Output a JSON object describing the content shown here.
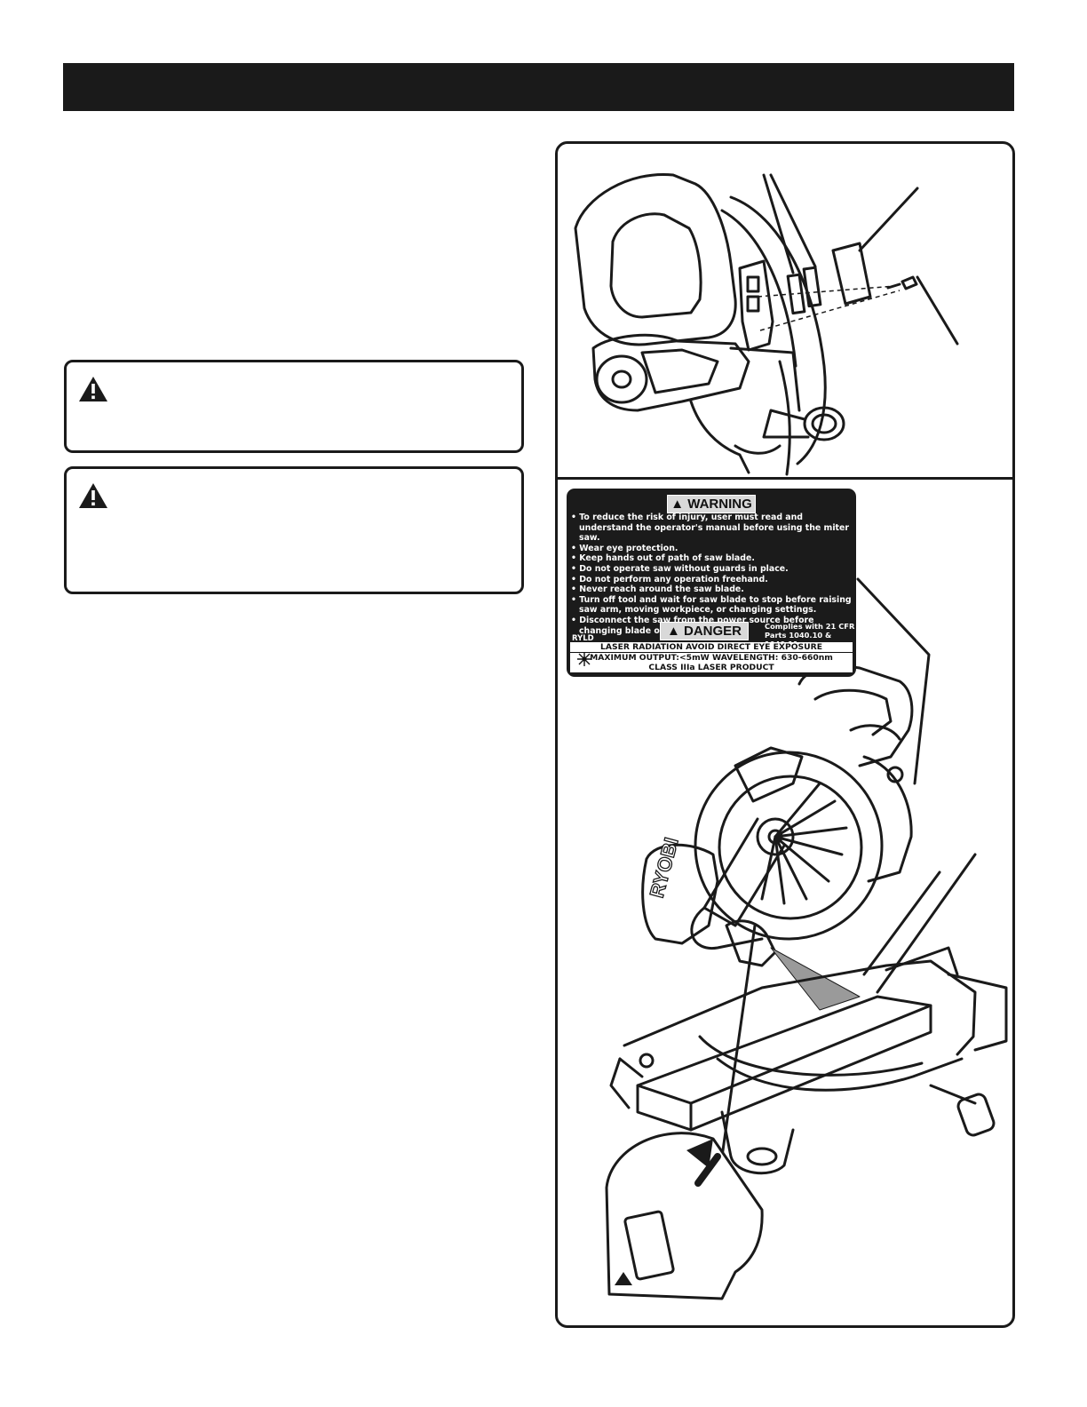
{
  "warning_label": {
    "heading": "WARNING",
    "items": [
      "To reduce the risk of injury, user must read and understand the operator's manual before using the miter saw.",
      "Wear eye protection.",
      "Keep hands out of path of saw blade.",
      "Do not operate saw without guards in place.",
      "Do not perform any operation freehand.",
      "Never reach around the saw blade.",
      "Turn off tool and wait for saw blade to stop before raising saw arm, moving workpiece, or changing settings.",
      "Disconnect the saw from the power source before changing blade or servicing."
    ],
    "code": "RYLD"
  },
  "danger_label": {
    "heading": "DANGER",
    "compliance_line1": "Complies with 21 CFR",
    "compliance_line2": "Parts 1040.10 & 1040.11",
    "laser_line1": "LASER RADIATION AVOID DIRECT EYE EXPOSURE",
    "laser_line2": "MAXIMUM OUTPUT:<5mW WAVELENGTH: 630-660nm",
    "laser_line3": "CLASS IIIa LASER PRODUCT"
  },
  "saw_brand": "RYOBI",
  "colors": {
    "ink": "#1a1a1a",
    "label_bg": "#1b1b1b",
    "label_heading_bg": "#d9d9d9"
  }
}
